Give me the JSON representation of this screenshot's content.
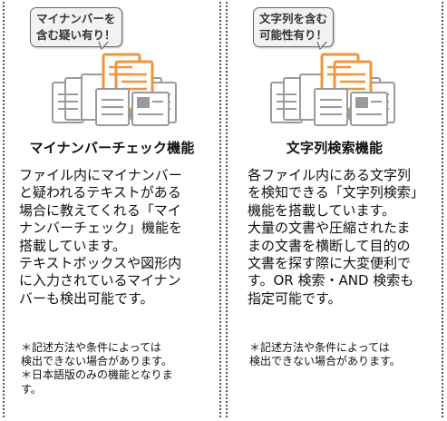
{
  "left": {
    "bubble_lines": [
      "マイナンバーを",
      "含む疑い有り！"
    ],
    "title": "マイナンバーチェック機能",
    "body": "ファイル内にマイナンバー\nと疑われるテキストがある\n場合に教えてくれる「マイ\nナンバーチェック」機能を\n搭載しています。\nテキストボックスや図形内\nに入力されているマイナン\nバーも検出可能です。",
    "notes": "＊記述方法や条件によっては\n検出できない場合があります。\n＊日本語版のみの機能となりま\nす。"
  },
  "right": {
    "bubble_lines": [
      "文字列を含む",
      "可能性有り！"
    ],
    "title": "文字列検索機能",
    "body": "各ファイル内にある文字列\nを検知できる「文字列検索」\n機能を搭載しています。\n大量の文書や圧縮されたま\nまの文書を横断して目的の\n文書を探す際に大変便利で\nす。OR 検索・AND 検索も\n指定可能です。",
    "notes": "＊記述方法や条件によっては\n検出できない場合があります。"
  },
  "colors": {
    "border": "#555555",
    "doc_gray": "#9a9a9a",
    "doc_orange": "#f0953a"
  },
  "icons": [
    "speech-bubble-icon",
    "document-stack-icon"
  ]
}
